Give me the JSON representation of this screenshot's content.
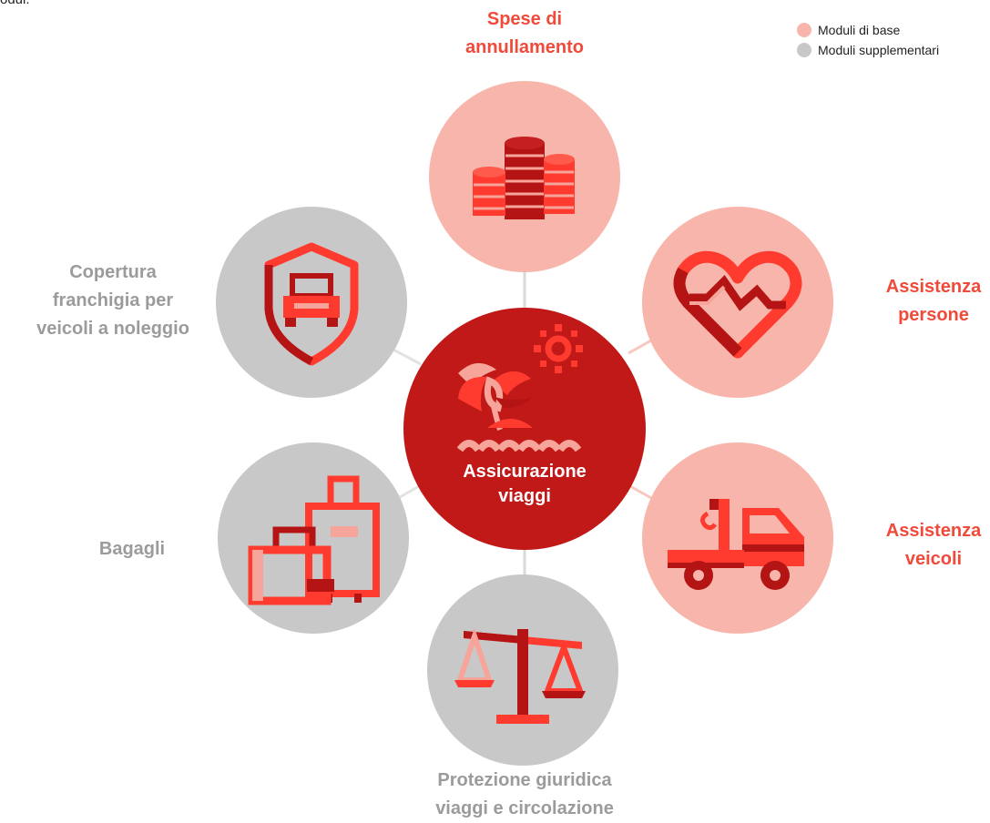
{
  "top_note": "odui.",
  "legend": {
    "items": [
      {
        "label": "Moduli di base",
        "color": "#f8b5ab"
      },
      {
        "label": "Moduli supplementari",
        "color": "#c8c8c8"
      }
    ]
  },
  "center": {
    "label": "Assicurazione\nviaggi",
    "icon": "palm-island-sun-icon",
    "color": "#c11818"
  },
  "modules": [
    {
      "key": "cancellation",
      "label": "Spese di\nannullamento",
      "type": "base",
      "icon": "coins-stack-icon"
    },
    {
      "key": "person",
      "label": "Assistenza\npersone",
      "type": "base",
      "icon": "heart-pulse-icon"
    },
    {
      "key": "vehicle",
      "label": "Assistenza\nveicoli",
      "type": "base",
      "icon": "tow-truck-icon"
    },
    {
      "key": "legal",
      "label": "Protezione giuridica\nviaggi e circolazione",
      "type": "supplementary",
      "icon": "scales-icon"
    },
    {
      "key": "luggage",
      "label": "Bagagli",
      "type": "supplementary",
      "icon": "luggage-icon"
    },
    {
      "key": "rental",
      "label": "Copertura\nfranchigia per\nveicoli a noleggio",
      "type": "supplementary",
      "icon": "car-shield-icon"
    }
  ],
  "colors": {
    "base_circle": "#f8b5ab",
    "supplementary_circle": "#c8c8c8",
    "base_label": "#f04a3a",
    "supplementary_label": "#9b9b9b",
    "icon_red": "#ff3b2f",
    "icon_dark": "#b41414",
    "icon_pink": "#f7a59a"
  }
}
